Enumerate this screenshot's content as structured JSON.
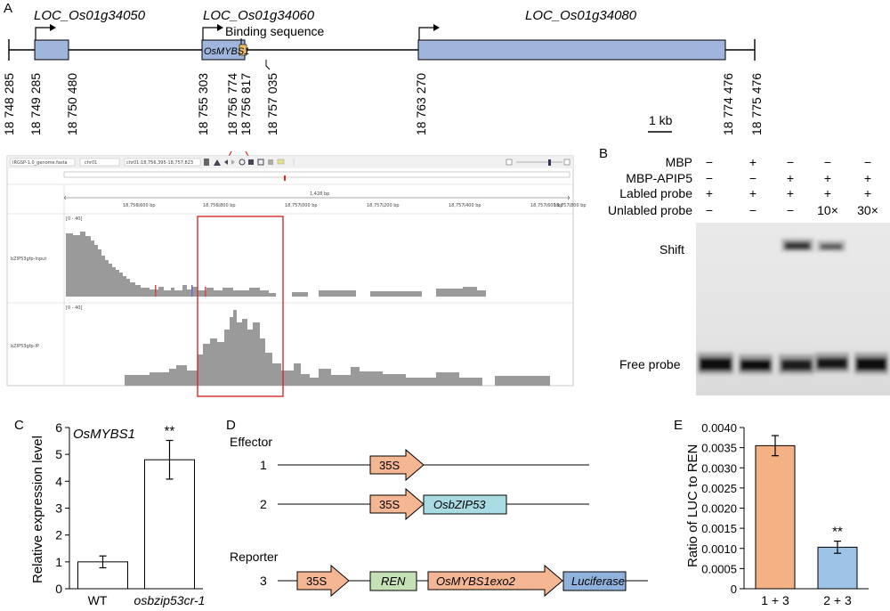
{
  "panel_a": {
    "letter": "A",
    "genes": [
      {
        "name": "LOC_Os01g34050"
      },
      {
        "name": "LOC_Os01g34060",
        "inner_label": "OsMYBS1"
      },
      {
        "name": "LOC_Os01g34080"
      }
    ],
    "binding_label": "Binding sequence",
    "coords": [
      "18 748 285",
      "18 749 285",
      "18 750 480",
      "18 755 303",
      "18 756 774",
      "18 756 817",
      "18 757 035",
      "18 763 270",
      "18 774 476",
      "18 775 476"
    ],
    "scale_label": "1 kb",
    "igv": {
      "genome": "IRGSP-1.0_genome.fasta",
      "chrom": "chr01",
      "locus": "chr01:18,756,395-18,757,823",
      "span": "1,428 bp",
      "ticks": [
        "18,756,600 bp",
        "18,756,800 bp",
        "18,757,000 bp",
        "18,757,200 bp",
        "18,757,400 bp",
        "18,757,600 bp",
        "18,757,800 bp"
      ],
      "track_range": "[0 - 40]",
      "tracks": [
        {
          "name": "bZIP53gfp-Input"
        },
        {
          "name": "bZIP53gfp-IP"
        }
      ]
    }
  },
  "panel_b": {
    "letter": "B",
    "rows": [
      {
        "label": "MBP",
        "cells": [
          "−",
          "+",
          "−",
          "−",
          "−"
        ]
      },
      {
        "label": "MBP-APIP5",
        "cells": [
          "−",
          "−",
          "+",
          "+",
          "+"
        ]
      },
      {
        "label": "Labled probe",
        "cells": [
          "+",
          "+",
          "+",
          "+",
          "+"
        ]
      },
      {
        "label": "Unlabled probe",
        "cells": [
          "−",
          "−",
          "−",
          "10×",
          "30×"
        ]
      }
    ],
    "shift_label": "Shift",
    "free_label": "Free probe"
  },
  "panel_c": {
    "letter": "C",
    "chart_data": {
      "type": "bar",
      "title": "OsMYBS1",
      "categories": [
        "WT",
        "osbzip53cr-1"
      ],
      "values": [
        1.0,
        4.8
      ],
      "errors": [
        0.22,
        0.72
      ],
      "significance": [
        "",
        "**"
      ],
      "ylabel": "Relative expression level",
      "ylim": [
        0,
        6
      ],
      "yticks": [
        "0",
        "1",
        "2",
        "3",
        "4",
        "5",
        "6"
      ],
      "bar_color": "#ffffff"
    }
  },
  "panel_d": {
    "letter": "D",
    "effector_label": "Effector",
    "reporter_label": "Reporter",
    "constructs": [
      {
        "num": "1",
        "promoter": "35S"
      },
      {
        "num": "2",
        "promoter": "35S",
        "gene": "OsbZIP53"
      },
      {
        "num": "3",
        "promoter": "35S",
        "ren": "REN",
        "mybs": "OsMYBS1exo2",
        "luc": "Luciferase"
      }
    ],
    "colors": {
      "promoter": "#f4b693",
      "gene": "#a9dbe3",
      "ren": "#c5e0b4",
      "mybs": "#f4b693",
      "luc": "#8fb2dd"
    }
  },
  "panel_e": {
    "letter": "E",
    "chart_data": {
      "type": "bar",
      "categories": [
        "1 + 3",
        "2 + 3"
      ],
      "values": [
        0.00355,
        0.00103
      ],
      "errors": [
        0.00025,
        0.00015
      ],
      "significance": [
        "",
        "**"
      ],
      "ylabel": "Ratio of LUC to REN",
      "ylim": [
        0,
        0.004
      ],
      "yticks": [
        "0",
        "0.0005",
        "0.0010",
        "0.0015",
        "0.0020",
        "0.0025",
        "0.0030",
        "0.0035",
        "0.0040"
      ],
      "colors": [
        "#f4b183",
        "#9dc3e6"
      ]
    }
  }
}
